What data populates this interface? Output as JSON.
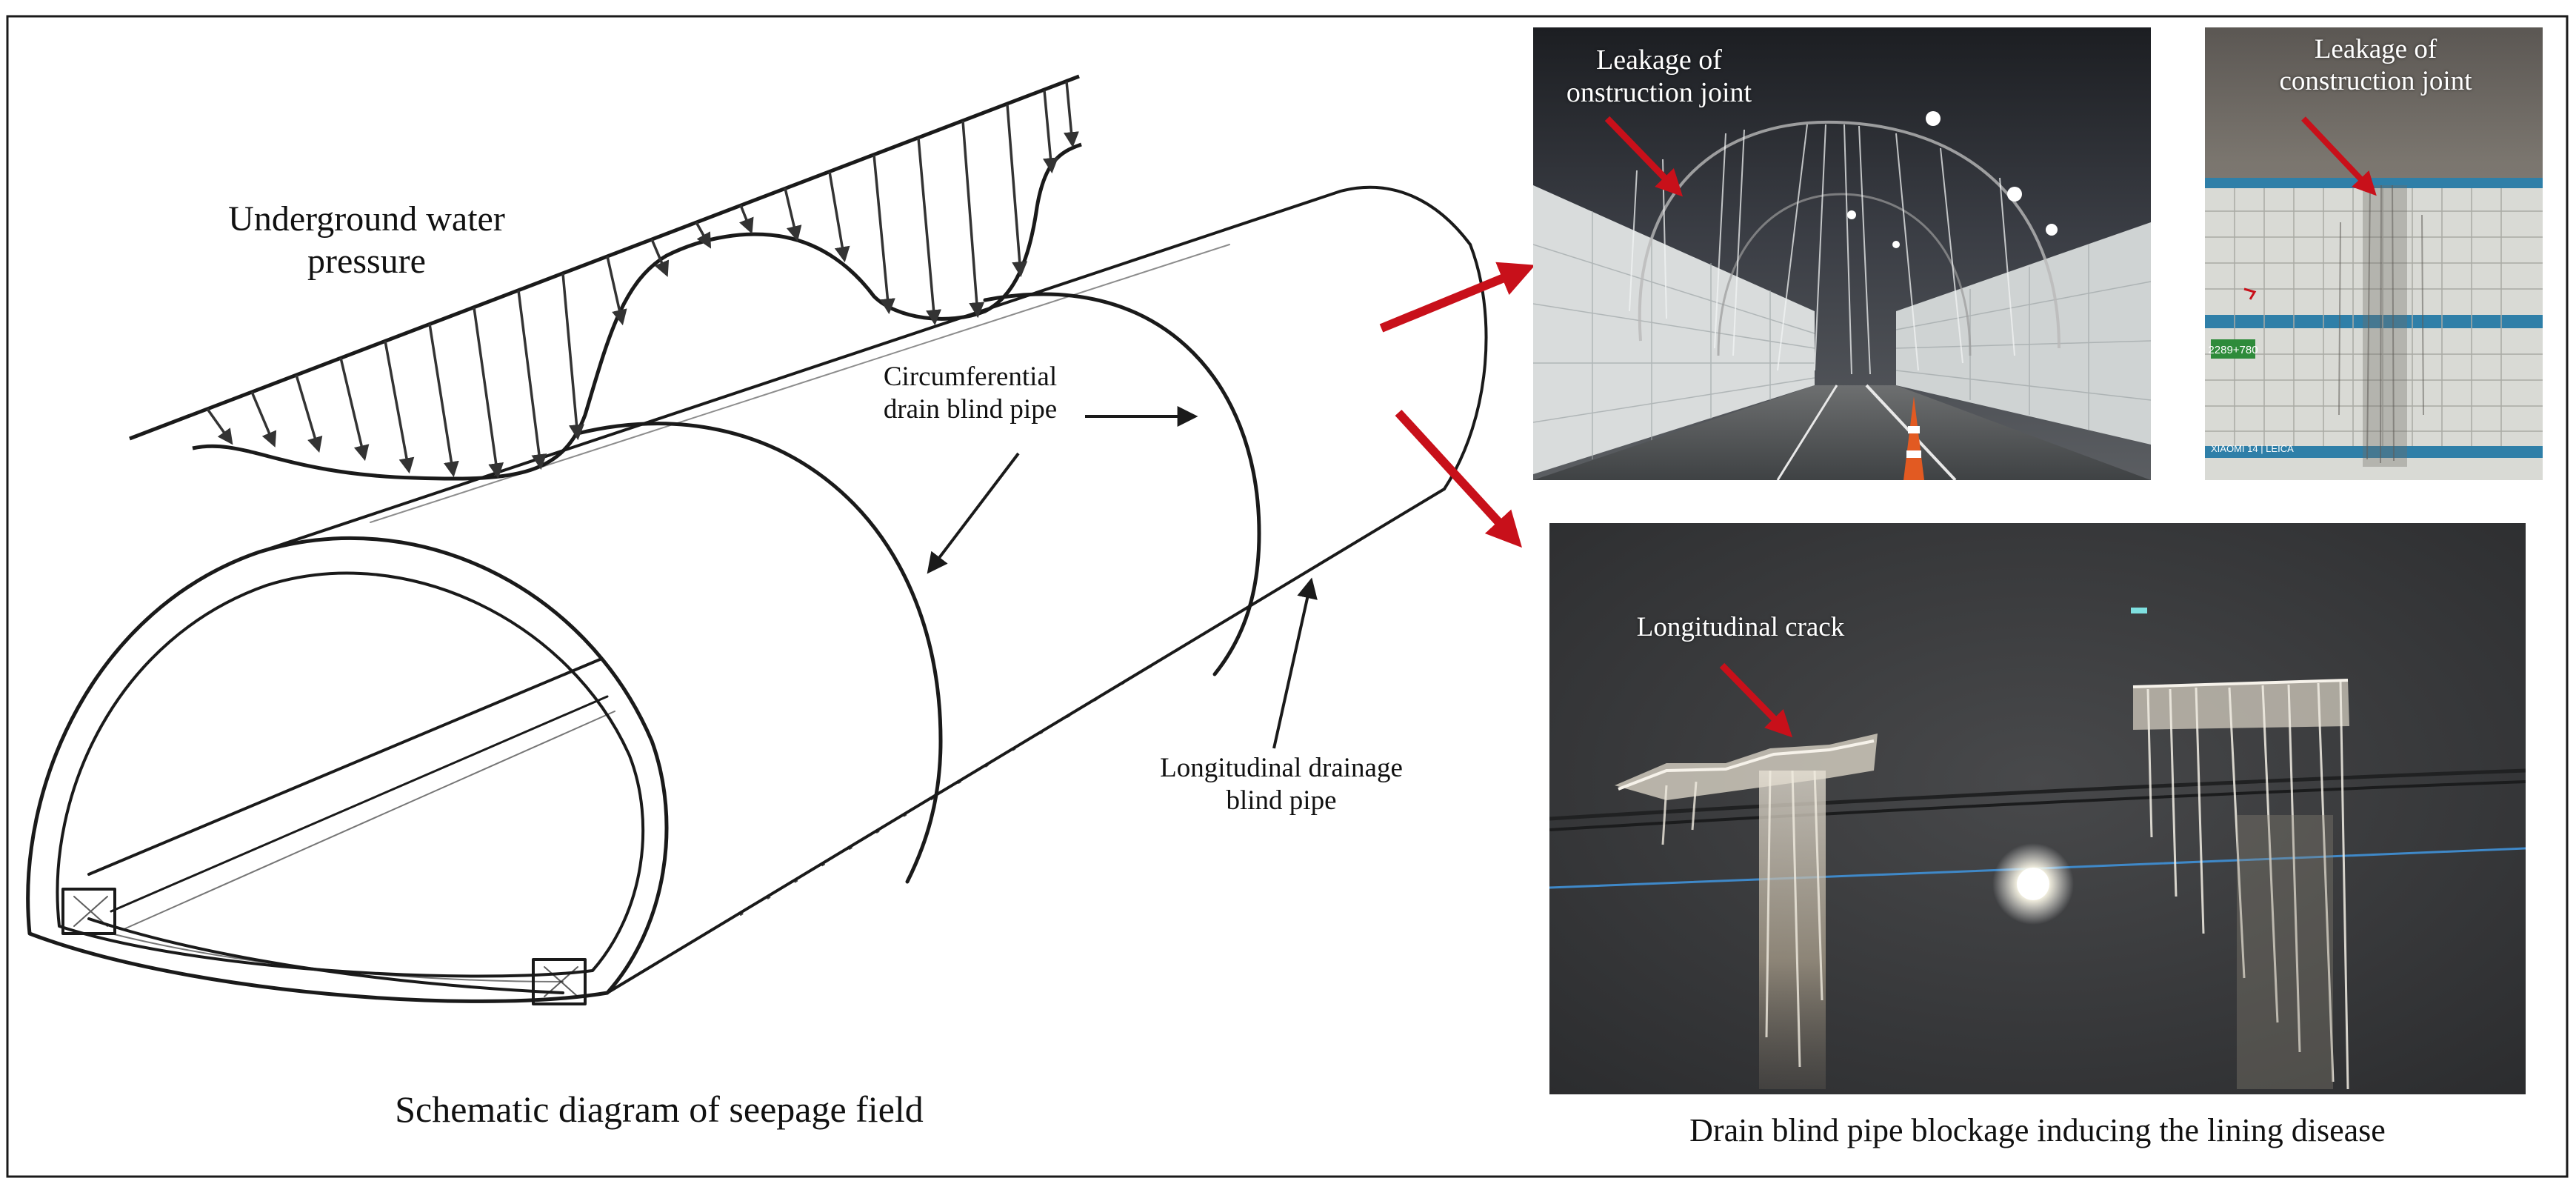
{
  "left_panel": {
    "water_label_1": "Underground water",
    "water_label_2": "pressure",
    "circ_label_1": "Circumferential",
    "circ_label_2": "drain blind pipe",
    "long_label_1": "Longitudinal drainage",
    "long_label_2": "blind pipe",
    "caption": "Schematic diagram of seepage field"
  },
  "right_panel": {
    "photo1_label_1": "Leakage of",
    "photo1_label_2": "onstruction joint",
    "photo2_label_1": "Leakage of",
    "photo2_label_2": "construction joint",
    "photo2_sign": "2289+780",
    "photo2_watermark": "XIAOMI 14 | LEICA",
    "photo3_label": "Longitudinal crack",
    "caption": "Drain blind pipe blockage inducing the lining disease"
  },
  "colors": {
    "arrow_red": "#c8101a",
    "line_black": "#1a1a1a"
  }
}
